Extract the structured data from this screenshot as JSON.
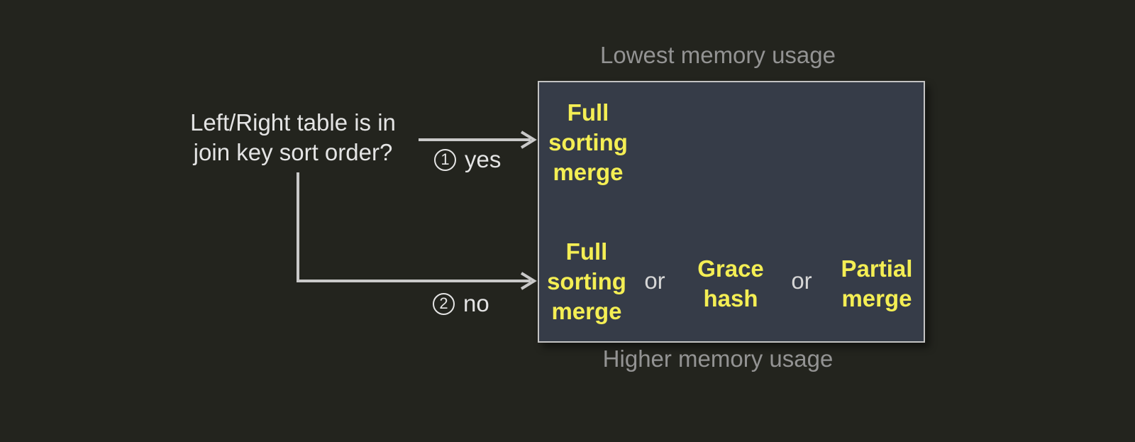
{
  "question": {
    "text": "Left/Right table is in\njoin key sort order?"
  },
  "branches": {
    "yes": {
      "number": "1",
      "label": "yes"
    },
    "no": {
      "number": "2",
      "label": "no"
    }
  },
  "memory_scale": {
    "top": "Lowest memory usage",
    "bottom": "Higher memory usage"
  },
  "rows": {
    "sorted": {
      "options": [
        "Full\nsorting\nmerge"
      ]
    },
    "unsorted": {
      "options": [
        "Full\nsorting\nmerge",
        "Grace\nhash",
        "Partial\nmerge"
      ],
      "separator": "or"
    }
  },
  "colors": {
    "background": "#23241e",
    "box_fill": "#363c48",
    "box_border": "#c3c3c3",
    "highlight_text": "#f4ee54",
    "primary_text": "#e4e4e4",
    "caption_text": "#939393",
    "separator_text": "#d6d6d6",
    "connector": "#c9c9c9"
  }
}
